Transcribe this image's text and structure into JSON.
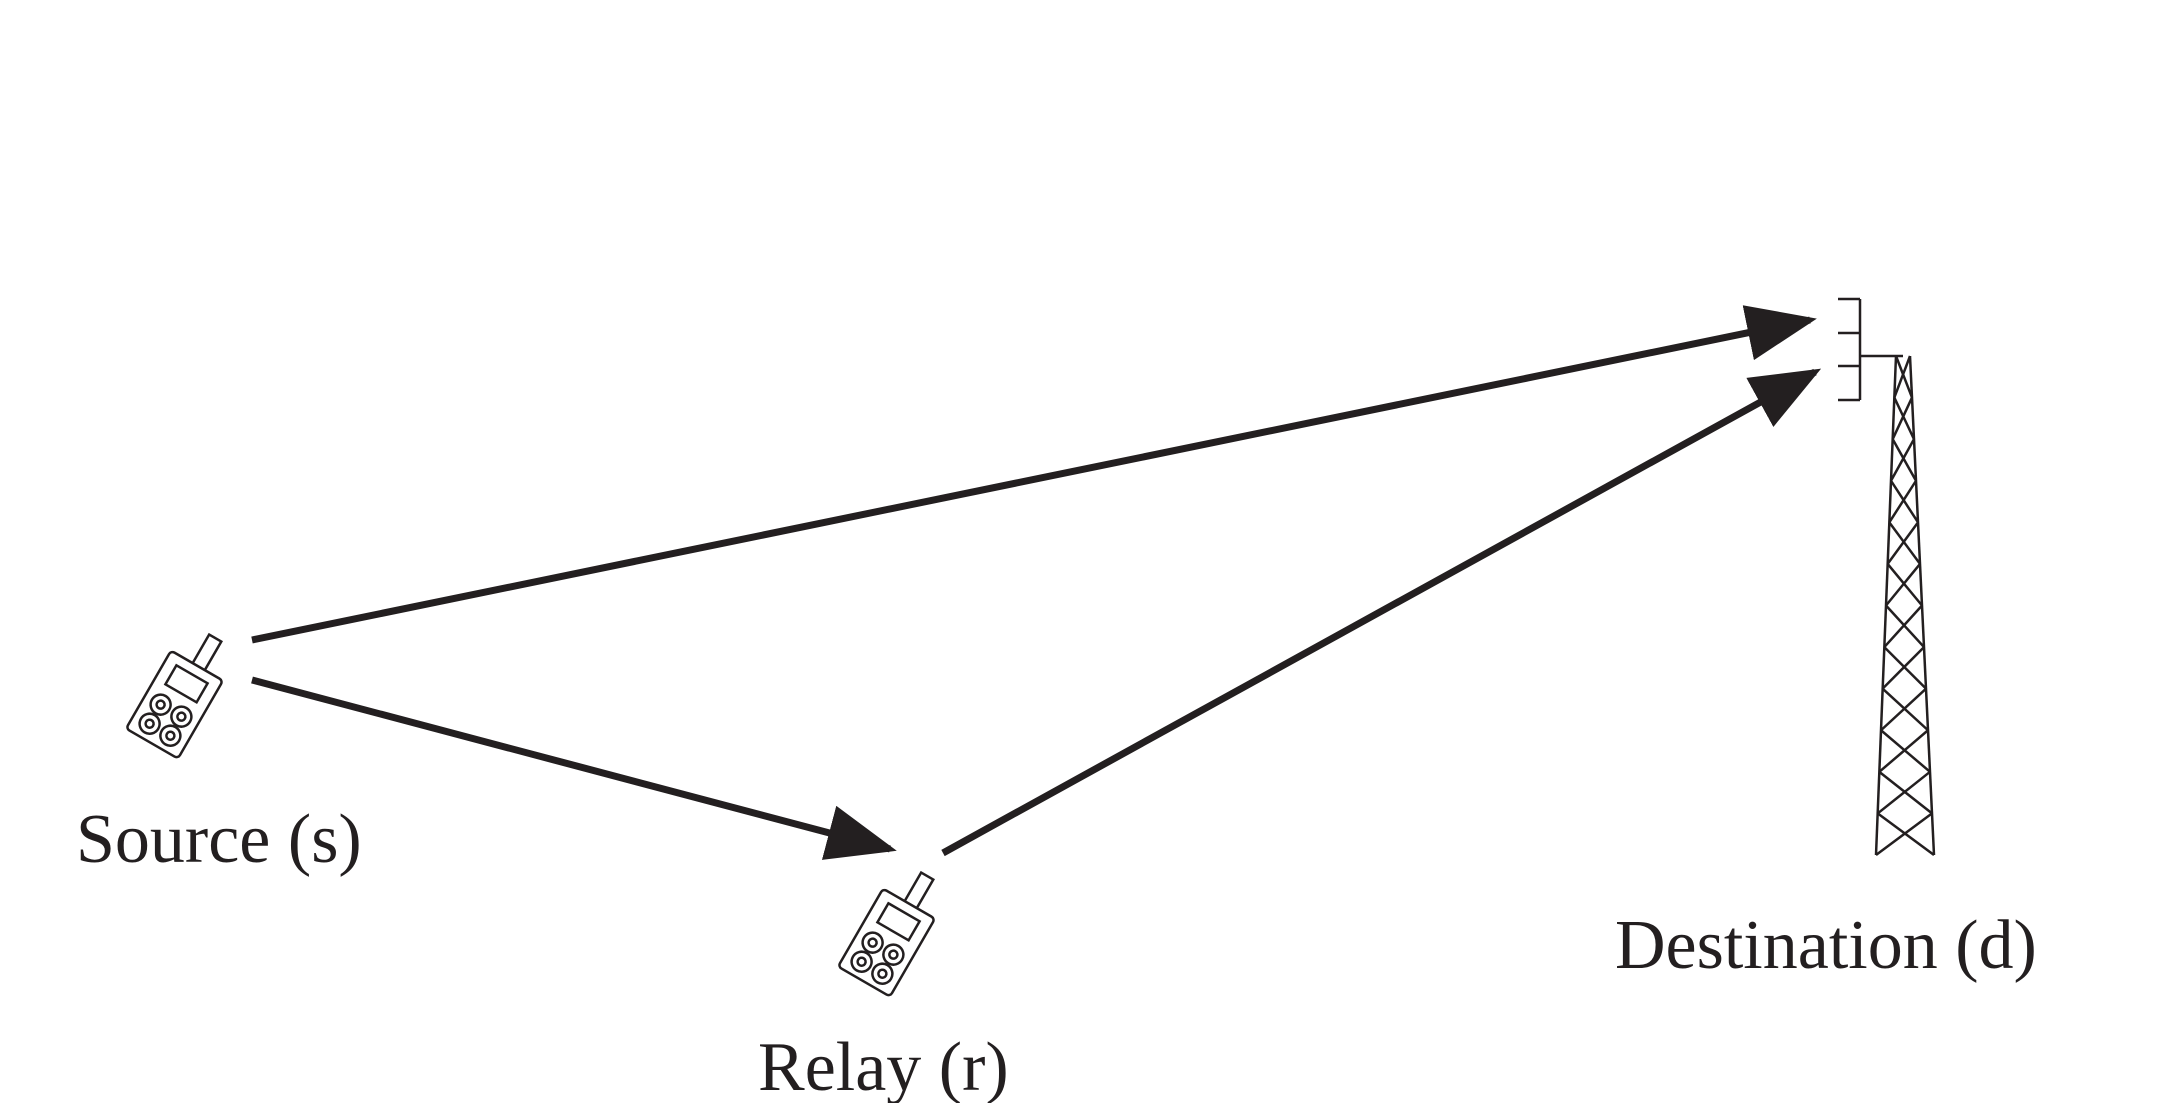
{
  "diagram": {
    "nodes": {
      "source": {
        "label": "Source (s)",
        "icon": "handheld-radio-icon"
      },
      "relay": {
        "label": "Relay (r)",
        "icon": "handheld-radio-icon"
      },
      "destination": {
        "label": "Destination (d)",
        "icon": "cell-tower-icon"
      }
    },
    "links": [
      {
        "from": "source",
        "to": "destination"
      },
      {
        "from": "source",
        "to": "relay"
      },
      {
        "from": "relay",
        "to": "destination"
      }
    ]
  },
  "colors": {
    "ink": "#231f20",
    "background": "#ffffff"
  }
}
